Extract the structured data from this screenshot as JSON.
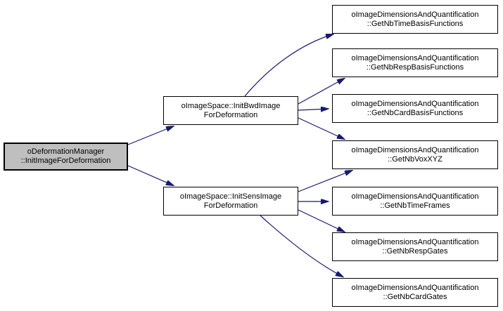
{
  "diagram": {
    "kind": "call-graph",
    "colors": {
      "background": "#ffffff",
      "edge": "#191970",
      "node_border": "#000000",
      "node_fill": "#ffffff",
      "highlight_fill": "#bfbfbf"
    },
    "nodes": {
      "root": {
        "line1": "oDeformationManager",
        "line2": "::InitImageForDeformation",
        "highlighted": true
      },
      "init_bwd": {
        "line1": "oImageSpace::InitBwdImage",
        "line2": "ForDeformation",
        "highlighted": false
      },
      "init_sens": {
        "line1": "oImageSpace::InitSensImage",
        "line2": "ForDeformation",
        "highlighted": false
      },
      "get_nb_time_basis_functions": {
        "line1": "oImageDimensionsAndQuantification",
        "line2": "::GetNbTimeBasisFunctions",
        "highlighted": false
      },
      "get_nb_resp_basis_functions": {
        "line1": "oImageDimensionsAndQuantification",
        "line2": "::GetNbRespBasisFunctions",
        "highlighted": false
      },
      "get_nb_card_basis_functions": {
        "line1": "oImageDimensionsAndQuantification",
        "line2": "::GetNbCardBasisFunctions",
        "highlighted": false
      },
      "get_nb_vox_xyz": {
        "line1": "oImageDimensionsAndQuantification",
        "line2": "::GetNbVoxXYZ",
        "highlighted": false
      },
      "get_nb_time_frames": {
        "line1": "oImageDimensionsAndQuantification",
        "line2": "::GetNbTimeFrames",
        "highlighted": false
      },
      "get_nb_resp_gates": {
        "line1": "oImageDimensionsAndQuantification",
        "line2": "::GetNbRespGates",
        "highlighted": false
      },
      "get_nb_card_gates": {
        "line1": "oImageDimensionsAndQuantification",
        "line2": "::GetNbCardGates",
        "highlighted": false
      }
    },
    "edges": [
      {
        "from": "root",
        "to": "init_bwd"
      },
      {
        "from": "root",
        "to": "init_sens"
      },
      {
        "from": "init_bwd",
        "to": "get_nb_time_basis_functions"
      },
      {
        "from": "init_bwd",
        "to": "get_nb_resp_basis_functions"
      },
      {
        "from": "init_bwd",
        "to": "get_nb_card_basis_functions"
      },
      {
        "from": "init_bwd",
        "to": "get_nb_vox_xyz"
      },
      {
        "from": "init_sens",
        "to": "get_nb_vox_xyz"
      },
      {
        "from": "init_sens",
        "to": "get_nb_time_frames"
      },
      {
        "from": "init_sens",
        "to": "get_nb_resp_gates"
      },
      {
        "from": "init_sens",
        "to": "get_nb_card_gates"
      }
    ]
  }
}
